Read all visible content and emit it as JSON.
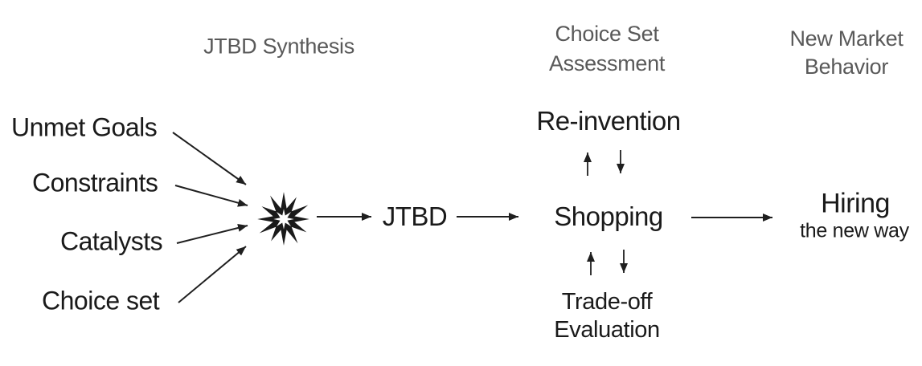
{
  "headers": {
    "jtbd_synthesis": "JTBD Synthesis",
    "choice_set_assessment": [
      "Choice Set",
      "Assessment"
    ],
    "new_market_behavior": [
      "New Market",
      "Behavior"
    ]
  },
  "inputs": {
    "unmet_goals": "Unmet Goals",
    "constraints": "Constraints",
    "catalysts": "Catalysts",
    "choice_set": "Choice set"
  },
  "flow": {
    "jtbd": "JTBD",
    "shopping": "Shopping",
    "re_invention": "Re-invention",
    "trade_off_evaluation": [
      "Trade-off",
      "Evaluation"
    ],
    "hiring": "Hiring",
    "hiring_subtitle": "the new way"
  },
  "icons": {
    "starburst": "synthesis collision starburst"
  },
  "colors": {
    "header_text": "#595959",
    "body_text": "#1a1a1a",
    "arrow": "#1f1f1f"
  }
}
